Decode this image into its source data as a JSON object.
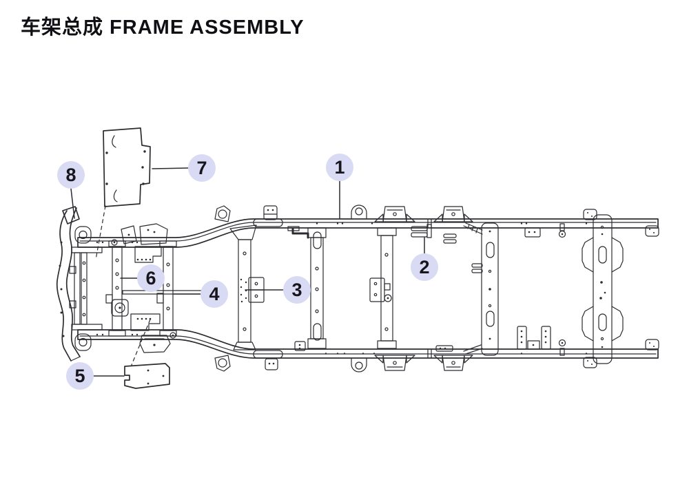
{
  "header": {
    "title": "车架总成 FRAME ASSEMBLY"
  },
  "diagram": {
    "callouts": [
      {
        "number": "1"
      },
      {
        "number": "2"
      },
      {
        "number": "3"
      },
      {
        "number": "4"
      },
      {
        "number": "5"
      },
      {
        "number": "6"
      },
      {
        "number": "7"
      },
      {
        "number": "8"
      }
    ],
    "colors": {
      "callout_fill": "#d9daf4",
      "line": "#2b2b30",
      "background": "#ffffff"
    }
  }
}
